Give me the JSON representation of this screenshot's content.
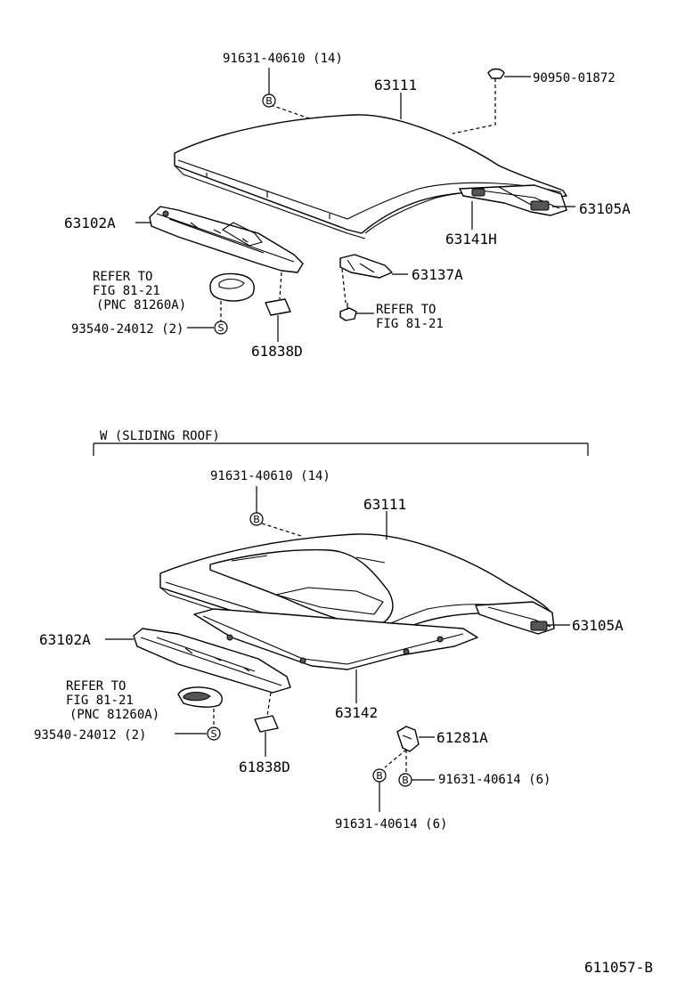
{
  "top": {
    "lbl_91631_40610": "91631-40610 (14)",
    "lbl_90950": "90950-01872",
    "lbl_63111": "63111",
    "lbl_63102A": "63102A",
    "lbl_63105A": "63105A",
    "lbl_63141H": "63141H",
    "lbl_63137A": "63137A",
    "refer_1a": "REFER TO",
    "refer_1b": "FIG 81-21",
    "refer_1c": "(PNC 81260A)",
    "lbl_93540": "93540-24012 (2)",
    "lbl_61838D": "61838D",
    "refer_2a": "REFER TO",
    "refer_2b": "FIG 81-21",
    "marker_b": "B",
    "marker_s": "S"
  },
  "bottom": {
    "section_title": "W (SLIDING ROOF)",
    "lbl_91631_40610": "91631-40610 (14)",
    "lbl_63111": "63111",
    "lbl_63102A": "63102A",
    "lbl_63105A": "63105A",
    "lbl_63142": "63142",
    "refer_a": "REFER TO",
    "refer_b": "FIG 81-21",
    "refer_c": "(PNC 81260A)",
    "lbl_93540": "93540-24012 (2)",
    "lbl_61838D": "61838D",
    "lbl_61281A": "61281A",
    "lbl_91631_40614_r": "91631-40614 (6)",
    "lbl_91631_40614_b": "91631-40614 (6)",
    "marker_b": "B",
    "marker_s": "S"
  },
  "footer": {
    "code": "611057-B"
  }
}
